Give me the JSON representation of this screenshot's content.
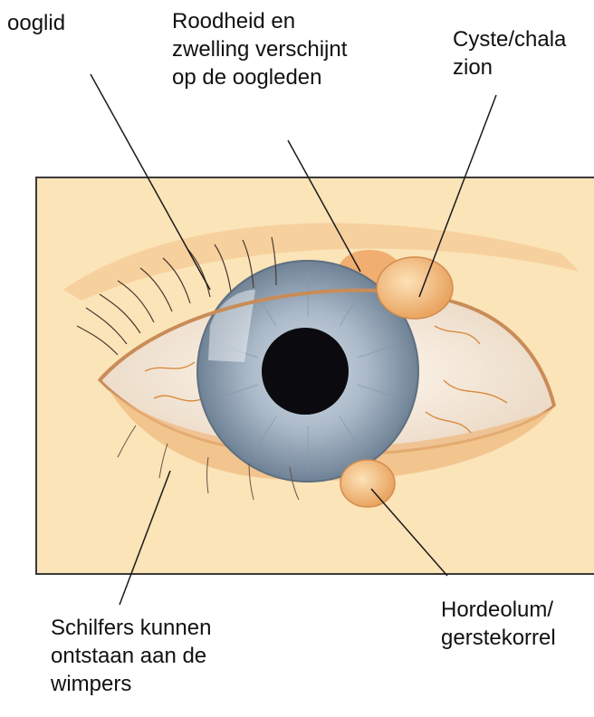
{
  "labels": {
    "eyelid": "ooglid",
    "redness": "Roodheid en\nzwelling verschijnt\nop de oogleden",
    "cyst": "Cyste/chala\nzion",
    "hordeolum": "Hordeolum/\ngerstekorrel",
    "flakes": "Schilfers kunnen\nontstaan aan de\nwimpers"
  },
  "colors": {
    "skin": "#fbe4b8",
    "swelling": "#f0b877",
    "iris": "#a7b7c8",
    "pupil": "#0b0b0f",
    "sclera": "#fbf3e8",
    "vessel": "#d98a3d",
    "line": "#1a1a1a"
  }
}
